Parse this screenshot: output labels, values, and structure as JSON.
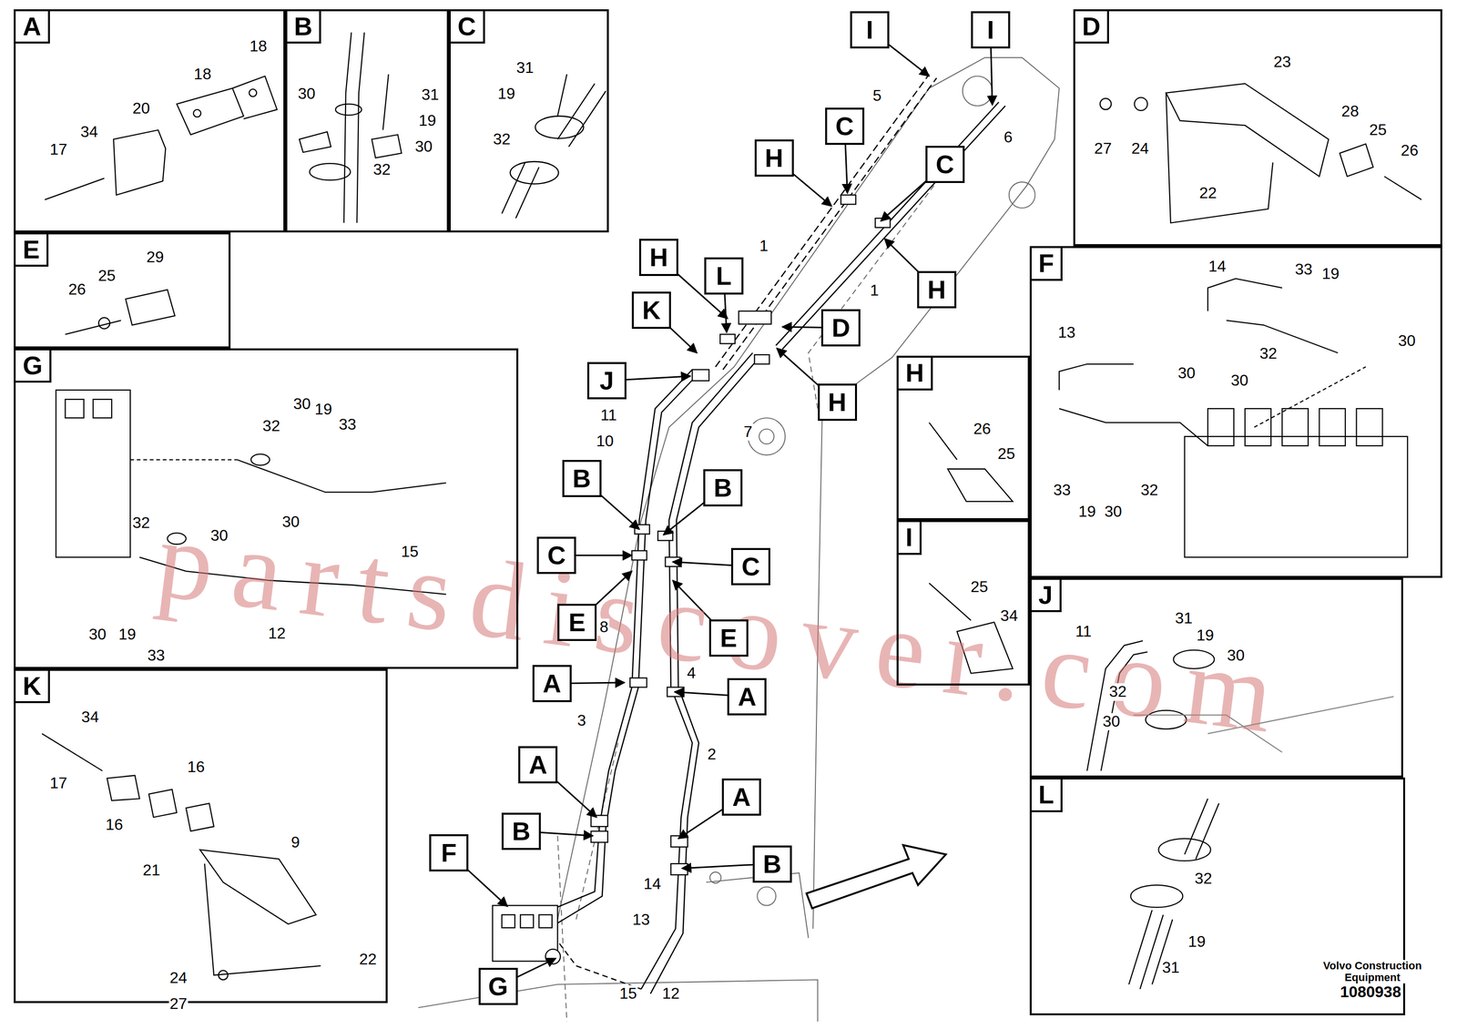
{
  "diagram": {
    "nodes": [
      {
        "text": [
          "A"
        ]
      },
      {
        "text": [
          "B"
        ]
      },
      {
        "text": [
          "C"
        ]
      },
      {
        "text": [
          "D"
        ]
      },
      {
        "text": [
          "E"
        ]
      },
      {
        "text": [
          "F"
        ]
      },
      {
        "text": [
          "G"
        ]
      },
      {
        "text": [
          "H"
        ]
      },
      {
        "text": [
          "I"
        ]
      },
      {
        "text": [
          "J"
        ]
      },
      {
        "text": [
          "K"
        ]
      },
      {
        "text": [
          "L"
        ]
      },
      {
        "text": [
          "I"
        ]
      },
      {
        "text": [
          "I"
        ]
      },
      {
        "text": [
          "C"
        ]
      },
      {
        "text": [
          "H"
        ]
      },
      {
        "text": [
          "C"
        ]
      },
      {
        "text": [
          "H"
        ]
      },
      {
        "text": [
          "H"
        ]
      },
      {
        "text": [
          "L"
        ]
      },
      {
        "text": [
          "K"
        ]
      },
      {
        "text": [
          "J"
        ]
      },
      {
        "text": [
          "D"
        ]
      },
      {
        "text": [
          "H"
        ]
      },
      {
        "text": [
          "B"
        ]
      },
      {
        "text": [
          "B"
        ]
      },
      {
        "text": [
          "C"
        ]
      },
      {
        "text": [
          "C"
        ]
      },
      {
        "text": [
          "E"
        ]
      },
      {
        "text": [
          "E"
        ]
      },
      {
        "text": [
          "A"
        ]
      },
      {
        "text": [
          "A"
        ]
      },
      {
        "text": [
          "A"
        ]
      },
      {
        "text": [
          "A"
        ]
      },
      {
        "text": [
          "B"
        ]
      },
      {
        "text": [
          "B"
        ]
      },
      {
        "text": [
          "F"
        ]
      },
      {
        "text": [
          "G"
        ]
      }
    ],
    "edges": [],
    "labels": [
      "18",
      "18",
      "20",
      "34",
      "17",
      "30",
      "31",
      "19",
      "30",
      "32",
      "31",
      "19",
      "32",
      "23",
      "28",
      "25",
      "27",
      "24",
      "26",
      "22",
      "29",
      "26",
      "25",
      "14",
      "33",
      "19",
      "13",
      "30",
      "32",
      "30",
      "30",
      "33",
      "19",
      "30",
      "32",
      "30",
      "19",
      "33",
      "32",
      "30",
      "32",
      "30",
      "15",
      "12",
      "30",
      "19",
      "33",
      "26",
      "25",
      "25",
      "34",
      "31",
      "19",
      "11",
      "30",
      "32",
      "30",
      "34",
      "16",
      "17",
      "9",
      "16",
      "21",
      "24",
      "22",
      "27",
      "32",
      "19",
      "31",
      "5",
      "6",
      "1",
      "1",
      "11",
      "10",
      "7",
      "8",
      "4",
      "3",
      "2",
      "14",
      "13",
      "15",
      "12",
      "Volvo Construction Equipment",
      "1080938",
      "partsdiscover.com"
    ]
  }
}
